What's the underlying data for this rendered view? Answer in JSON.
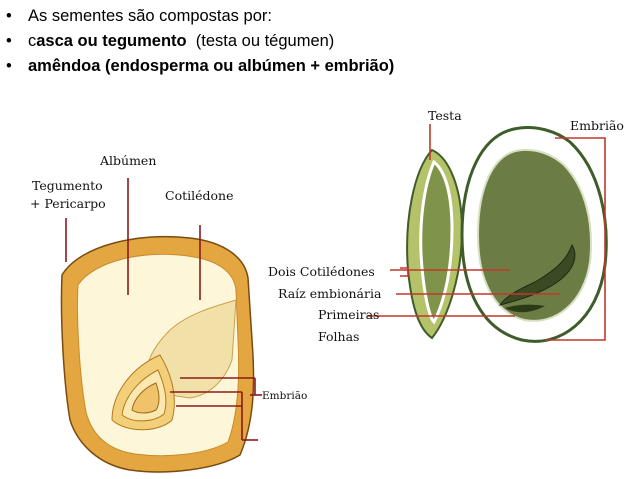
{
  "bullets": [
    {
      "text": "As sementes são compostas por:"
    },
    {
      "prefix": "c",
      "bold": "asca ou tegumento",
      "rest": "  (testa ou tégumen)"
    },
    {
      "bold": "amêndoa (endosperma ou albúmen + embrião)"
    }
  ],
  "left_diagram": {
    "labels": {
      "albumen": "Albúmen",
      "tegumento_1": "Tegumento",
      "tegumento_2": "+ Pericarpo",
      "cotiledone": "Cotilédone",
      "embriao": "Embrião"
    },
    "colors": {
      "line": "#8b1a1a",
      "seed_coat": "#e8b04a",
      "endosperm": "#fdf6d8"
    }
  },
  "right_diagram": {
    "labels": {
      "testa": "Testa",
      "embriao": "Embrião",
      "dois_cotiledones": "Dois Cotilédones",
      "raiz": "Raíz embionária",
      "primeiras": "Primeiras",
      "folhas": "Folhas"
    },
    "colors": {
      "line": "#c0392b",
      "cotyledon": "#6b7d45",
      "edge": "#3f5d2a"
    }
  }
}
